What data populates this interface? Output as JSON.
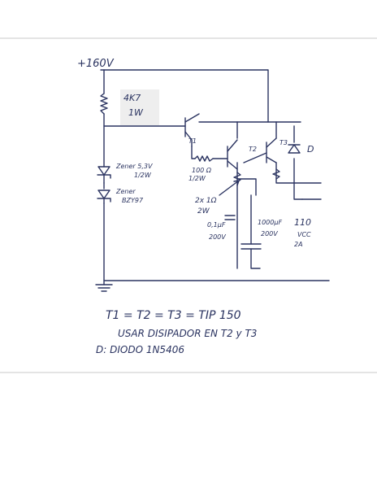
{
  "diagram": {
    "supply_label": "+160V",
    "resistor_top": {
      "value": "4K7",
      "power": "1W"
    },
    "zener_1": {
      "line1": "Zener 5,3V",
      "line2": "1/2W"
    },
    "zener_2": {
      "line1": "Zener",
      "line2": "BZY97"
    },
    "resistor_base": {
      "value": "100 Ω",
      "power": "1/2W"
    },
    "resistor_emitter": {
      "value": "2x 1Ω",
      "power": "2W"
    },
    "cap_small": {
      "value": "0,1µF",
      "voltage": "200V"
    },
    "cap_large": {
      "value": "1000µF",
      "voltage": "200V"
    },
    "output": {
      "line1": "110",
      "line2": "VCC",
      "line3": "2A"
    },
    "transistors": [
      "T1",
      "T2",
      "T3"
    ],
    "diode_label": "D",
    "notes": [
      "T1 = T2 = T3 = TIP 150",
      "USAR DISIPADOR EN T2 y T3",
      "D: DIODO 1N5406"
    ]
  }
}
